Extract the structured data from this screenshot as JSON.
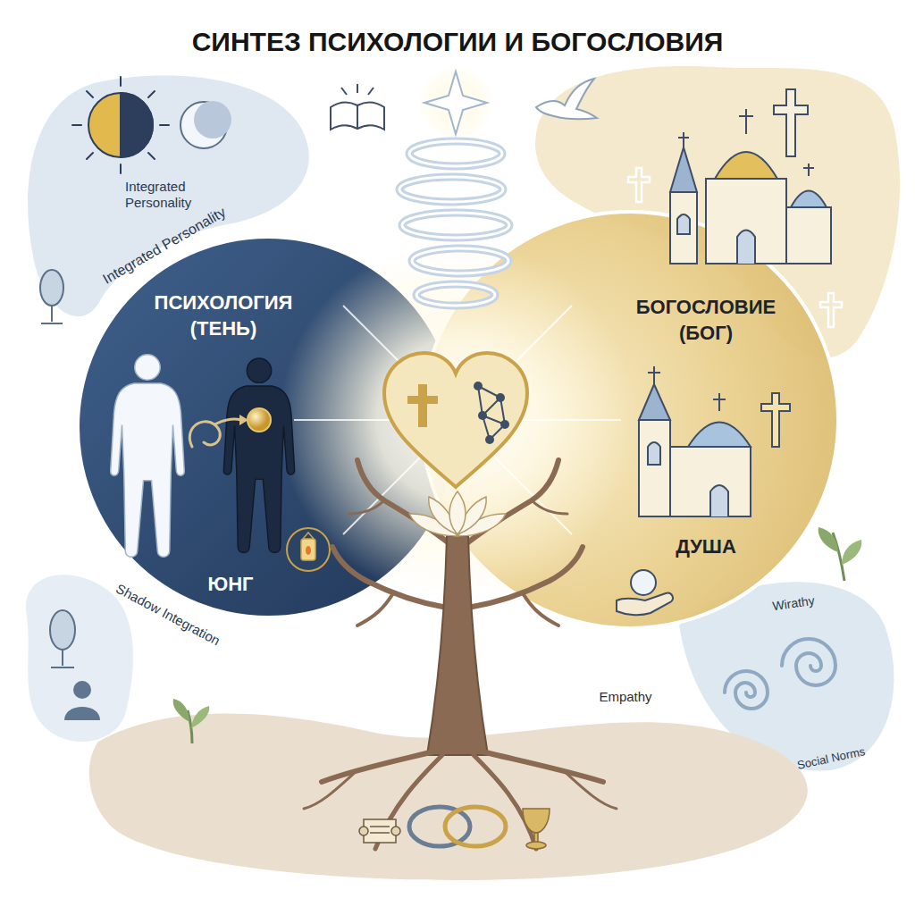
{
  "diagram": {
    "title": "СИНТЕЗ ПСИХОЛОГИИ И БОГОСЛОВИЯ",
    "nodes": [
      {
        "text": [
          "ПСИХОЛОГИЯ (ТЕНЬ)",
          "ЮНГ"
        ]
      },
      {
        "text": [
          "БОГОСЛОВИЕ (БОГ)",
          "ДУША"
        ]
      }
    ],
    "labels": [
      "Integrated Personality",
      "Integrated Personality",
      "Shadow Integration",
      "Empathy",
      "Wirathy",
      "Social Norms"
    ]
  }
}
